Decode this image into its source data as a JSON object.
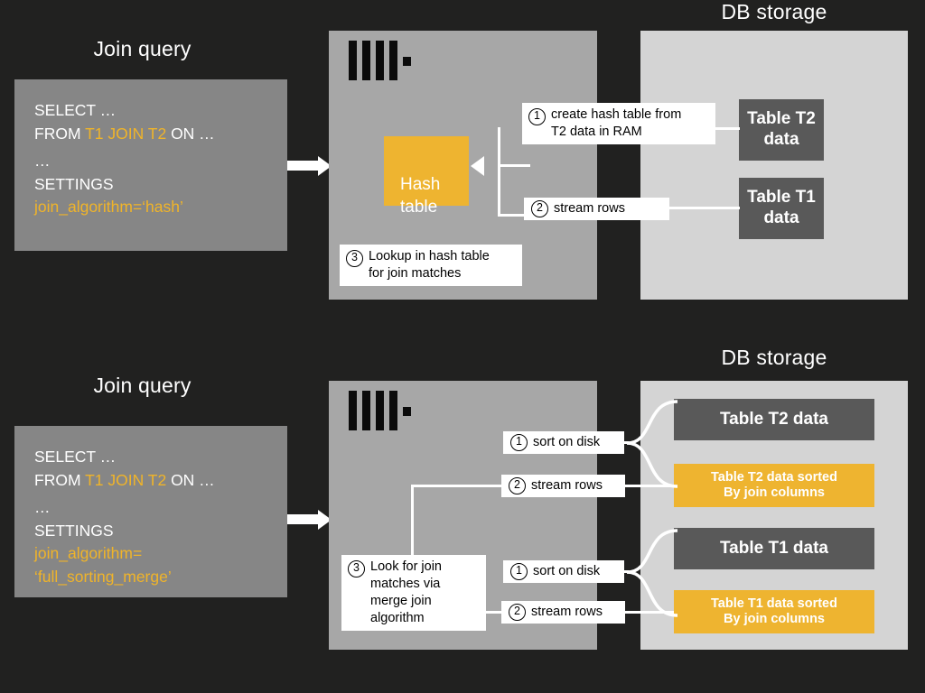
{
  "colors": {
    "background": "#212120",
    "server_panel": "#a7a7a7",
    "storage_panel": "#d4d4d4",
    "sql_panel": "#868686",
    "accent_yellow": "#eeb430",
    "table_chip": "#595959",
    "text_light": "#ffffff",
    "callout_bg": "#ffffff"
  },
  "sections": [
    {
      "id": "hash-join",
      "query_title": "Join query",
      "storage_title": "DB storage",
      "sql": {
        "line1_kw": "SELECT …",
        "line2_prefix": "FROM ",
        "line2_hl": "T1 JOIN T2",
        "line2_suffix": " ON …",
        "line3": "…",
        "line4": "SETTINGS",
        "line5_hl": "join_algorithm=‘hash’"
      },
      "hash_table_label": "Hash\ntable",
      "callouts": [
        {
          "num": "1",
          "text": "create hash table from\nT2 data in RAM"
        },
        {
          "num": "2",
          "text": "stream rows"
        },
        {
          "num": "3",
          "text": "Lookup in hash table\nfor join matches"
        }
      ],
      "storage_items": [
        {
          "label": "Table T2\ndata",
          "style": "dark"
        },
        {
          "label": "Table T1\ndata",
          "style": "dark"
        }
      ]
    },
    {
      "id": "full-sorting-merge-join",
      "query_title": "Join query",
      "storage_title": "DB storage",
      "sql": {
        "line1_kw": "SELECT …",
        "line2_prefix": "FROM ",
        "line2_hl": "T1 JOIN T2",
        "line2_suffix": " ON …",
        "line3": "…",
        "line4": "SETTINGS",
        "line5_hl": "join_algorithm=",
        "line6_hl": "‘full_sorting_merge’"
      },
      "callouts": [
        {
          "num": "1",
          "text": "sort on disk"
        },
        {
          "num": "2",
          "text": "stream rows"
        },
        {
          "num": "3",
          "text": "Look for join\nmatches via\nmerge join\nalgorithm"
        },
        {
          "num": "1",
          "text": "sort on disk"
        },
        {
          "num": "2",
          "text": "stream rows"
        }
      ],
      "storage_items": [
        {
          "label": "Table T2 data",
          "style": "dark"
        },
        {
          "label": "Table T2 data sorted\nBy join columns",
          "style": "yellow"
        },
        {
          "label": "Table T1 data",
          "style": "dark"
        },
        {
          "label": "Table T1 data sorted\nBy join columns",
          "style": "yellow"
        }
      ]
    }
  ],
  "logo": {
    "name": "clickhouse-logo",
    "bars": 4,
    "dot": 1
  }
}
